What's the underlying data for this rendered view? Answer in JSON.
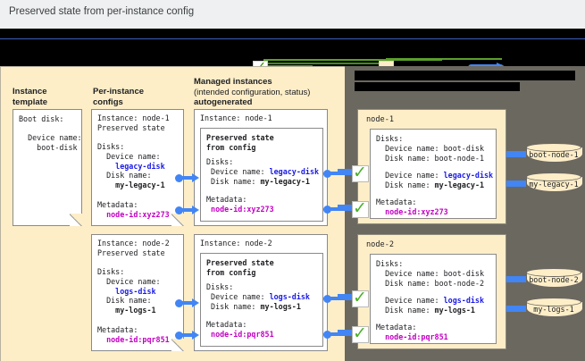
{
  "titlebar": {
    "title": "Preserved state from per-instance config"
  },
  "legend": {
    "check_icon": "green-check-icon",
    "check_label": "",
    "swatch_label": "",
    "arrow_label": "",
    "note": "legend labels are redacted (blacked out) in the source image"
  },
  "columns": {
    "instance_template": {
      "line1": "Instance",
      "line2": "template"
    },
    "per_instance_configs": {
      "line1": "Per-instance",
      "line2": "configs"
    },
    "managed_instances": {
      "line1": "Managed instances",
      "line2": "(intended configuration, status)",
      "line3": "autogenerated"
    },
    "right_panel_heading": {
      "line1": "",
      "line2": "",
      "redacted": true
    }
  },
  "instance_template_box": {
    "lines": "Boot disk:\n\n  Device name:\n    boot-disk"
  },
  "configs": [
    {
      "header": "Instance: node-1\nPreserved state",
      "disks_label": "Disks:",
      "device_name_label": "  Device name:",
      "device_name_value": "    legacy-disk",
      "disk_name_label": "  Disk name:",
      "disk_name_value": "    my-legacy-1",
      "metadata_label": "Metadata:",
      "metadata_value": "  node-id:xyz273"
    },
    {
      "header": "Instance: node-2\nPreserved state",
      "disks_label": "Disks:",
      "device_name_label": "  Device name:",
      "device_name_value": "    logs-disk",
      "disk_name_label": "  Disk name:",
      "disk_name_value": "    my-logs-1",
      "metadata_label": "Metadata:",
      "metadata_value": "  node-id:pqr851"
    }
  ],
  "managed": [
    {
      "title": "Instance: node-1",
      "preserved_title": "Preserved state\nfrom config",
      "disks_label": "Disks:",
      "device_name_label": " Device name: ",
      "device_name_value": "legacy-disk",
      "disk_name_label": " Disk name: ",
      "disk_name_value": "my-legacy-1",
      "metadata_label": "Metadata:",
      "metadata_value": " node-id:xyz273"
    },
    {
      "title": "Instance: node-2",
      "preserved_title": "Preserved state\nfrom config",
      "disks_label": "Disks:",
      "device_name_label": " Device name: ",
      "device_name_value": "logs-disk",
      "disk_name_label": " Disk name: ",
      "disk_name_value": "my-logs-1",
      "metadata_label": "Metadata:",
      "metadata_value": " node-id:pqr851"
    }
  ],
  "nodes": [
    {
      "name": "node-1",
      "disks_label": "Disks:",
      "boot_device_line": "  Device name: boot-disk",
      "boot_disk_line": "  Disk name: boot-node-1",
      "extra_device_label": "  Device name: ",
      "extra_device_value": "legacy-disk",
      "extra_disk_label": "  Disk name: ",
      "extra_disk_value": "my-legacy-1",
      "metadata_label": "Metadata:",
      "metadata_value": "  node-id:xyz273",
      "disks": [
        "boot-node-1",
        "my-legacy-1"
      ]
    },
    {
      "name": "node-2",
      "disks_label": "Disks:",
      "boot_device_line": "  Device name: boot-disk",
      "boot_disk_line": "  Disk name: boot-node-2",
      "extra_device_label": "  Device name: ",
      "extra_device_value": "logs-disk",
      "extra_disk_label": "  Disk name: ",
      "extra_disk_value": "my-logs-1",
      "metadata_label": "Metadata:",
      "metadata_value": "  node-id:pqr851",
      "disks": [
        "boot-node-2",
        "my-logs-1"
      ]
    }
  ],
  "colors": {
    "cream": "#fdeec8",
    "dark_panel": "#6b6860",
    "accent_blue": "#4285f4",
    "value_blue": "#1a1ae6",
    "value_magenta": "#c300c3",
    "check_green": "#4caf2a",
    "banner_black": "#000000",
    "titlebar_gray": "#eef0f1"
  }
}
